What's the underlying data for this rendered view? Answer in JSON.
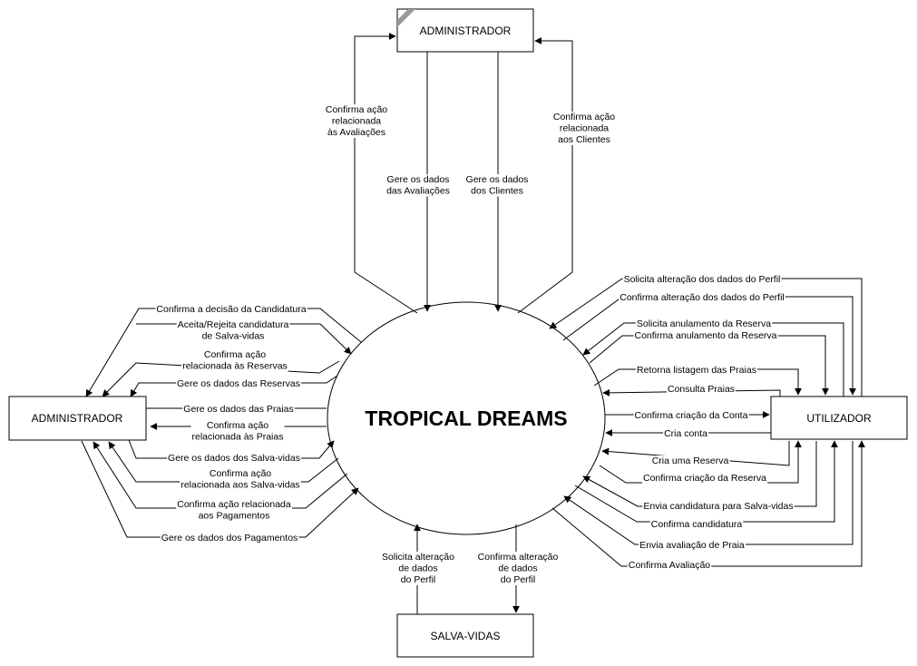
{
  "system": {
    "name": "TROPICAL DREAMS"
  },
  "entities": {
    "admin_top": "ADMINISTRADOR",
    "admin_left": "ADMINISTRADOR",
    "utilizador": "UTILIZADOR",
    "salva_vidas": "SALVA-VIDAS"
  },
  "flows": {
    "top": [
      [
        "Confirma ação",
        "relacionada",
        "às Avaliações"
      ],
      [
        "Gere os dados",
        "das Avaliações"
      ],
      [
        "Gere os dados",
        "dos Clientes"
      ],
      [
        "Confirma ação",
        "relacionada",
        "aos Clientes"
      ]
    ],
    "left": [
      [
        "Confirma a decisão da Candidatura"
      ],
      [
        "Aceita/Rejeita candidatura",
        "de Salva-vidas"
      ],
      [
        "Confirma ação",
        "relacionada às Reservas"
      ],
      [
        "Gere os dados das Reservas"
      ],
      [
        "Gere os dados das Praias"
      ],
      [
        "Confirma ação",
        "relacionada às Praias"
      ],
      [
        "Gere os dados dos Salva-vidas"
      ],
      [
        "Confirma ação",
        "relacionada aos Salva-vidas"
      ],
      [
        "Confirma ação relacionada",
        "aos Pagamentos"
      ],
      [
        "Gere os dados dos Pagamentos"
      ]
    ],
    "right": [
      [
        "Solicita alteração dos dados do Perfil"
      ],
      [
        "Confirma alteração dos dados do Perfil"
      ],
      [
        "Solicita anulamento da Reserva"
      ],
      [
        "Confirma anulamento da Reserva"
      ],
      [
        "Retorna listagem das Praias"
      ],
      [
        "Consulta Praias"
      ],
      [
        "Confirma criação da Conta"
      ],
      [
        "Cria conta"
      ],
      [
        "Cria uma Reserva"
      ],
      [
        "Confirma criação da Reserva"
      ],
      [
        "Envia candidatura para Salva-vidas"
      ],
      [
        "Confirma candidatura"
      ],
      [
        "Envia avaliação de Praia"
      ],
      [
        "Confirma Avaliação"
      ]
    ],
    "bottom": [
      [
        "Solicita alteração",
        "de dados",
        "do Perfil"
      ],
      [
        "Confirma alteração",
        "de dados",
        "do Perfil"
      ]
    ]
  }
}
